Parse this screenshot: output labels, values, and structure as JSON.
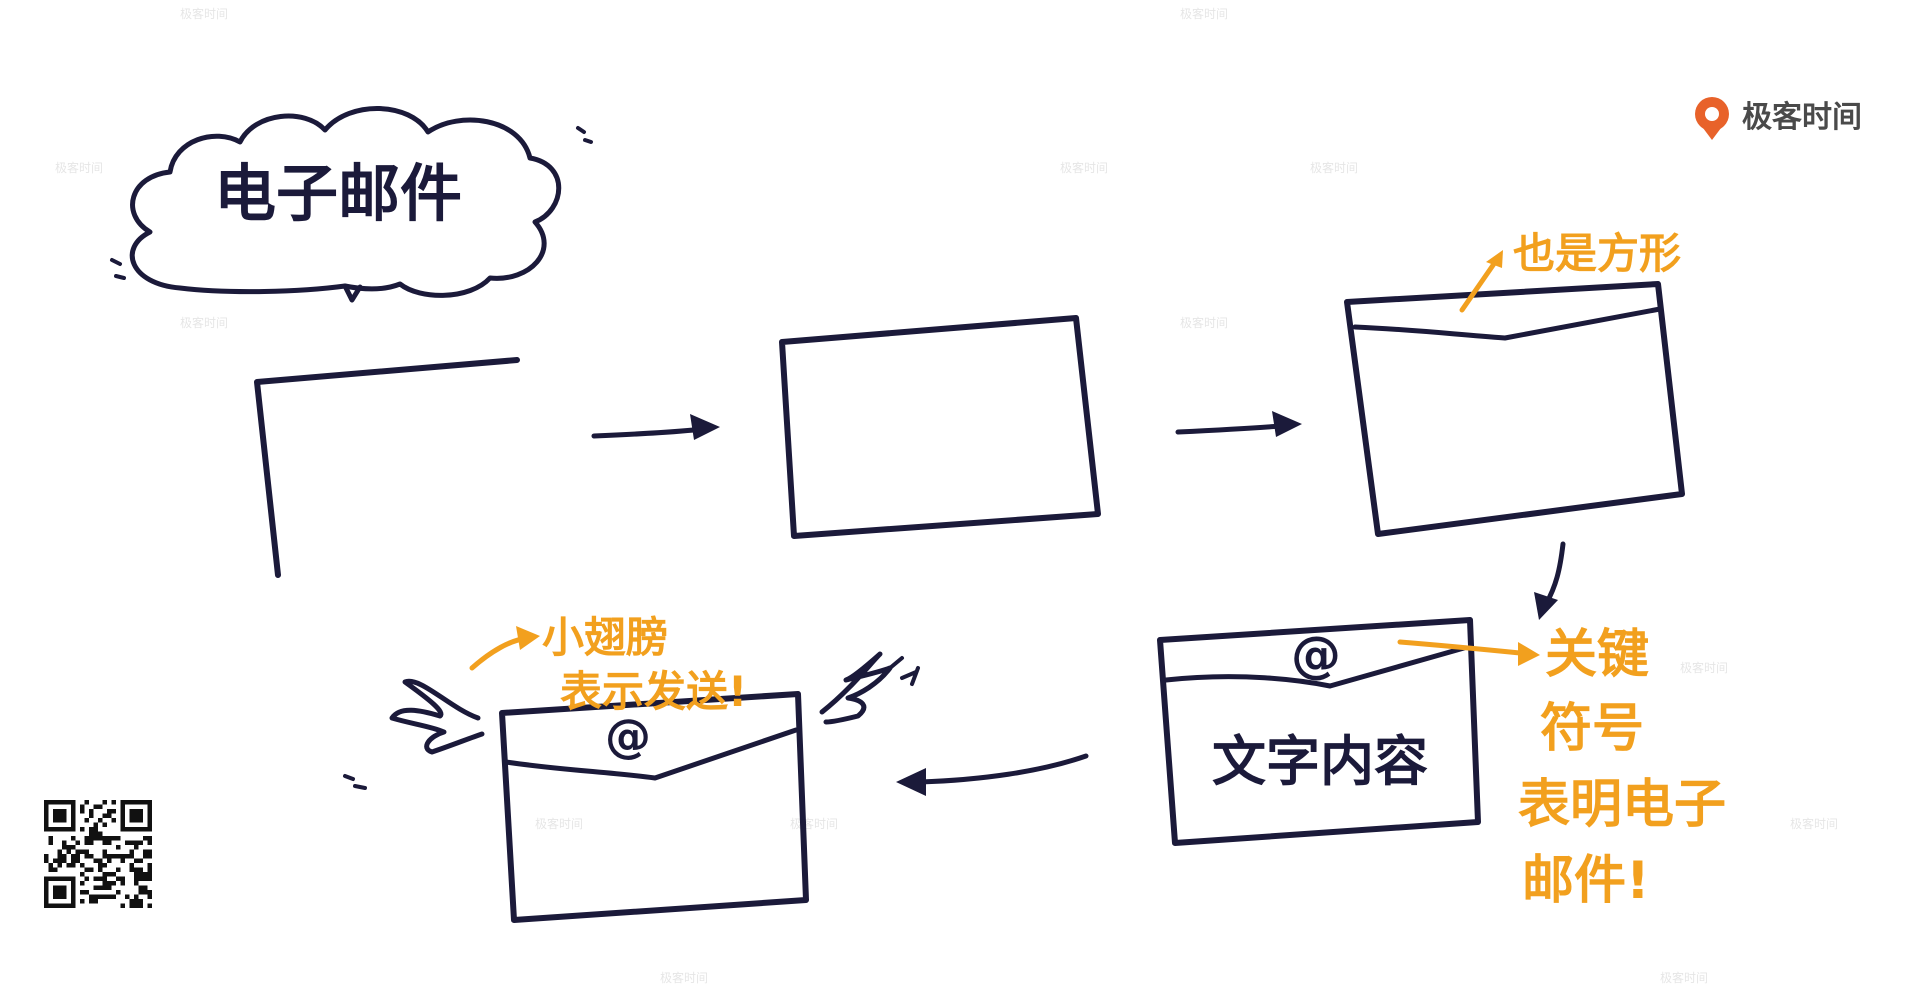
{
  "title": "电子邮件",
  "logo": {
    "text": "极客时间"
  },
  "watermark": {
    "text": "极客时间"
  },
  "annotations": {
    "rectangle": "也是方形",
    "keyword_line1": "关键",
    "keyword_line2": "符号",
    "keyword_line3": "表明电子",
    "keyword_line4": "邮件!",
    "wings_line1": "小翅膀",
    "wings_line2": "表示发送!"
  },
  "envelope": {
    "at_symbol": "@",
    "content_label": "文字内容"
  },
  "colors": {
    "ink": "#1b1a3a",
    "accent": "#f2a01e",
    "logo_orange": "#e8622a",
    "watermark": "#e6e6e6"
  },
  "icons": [
    "cloud-bubble-icon",
    "arrow-icon",
    "envelope-icon",
    "wing-icon",
    "qr-code-icon",
    "geektime-logo-icon"
  ]
}
